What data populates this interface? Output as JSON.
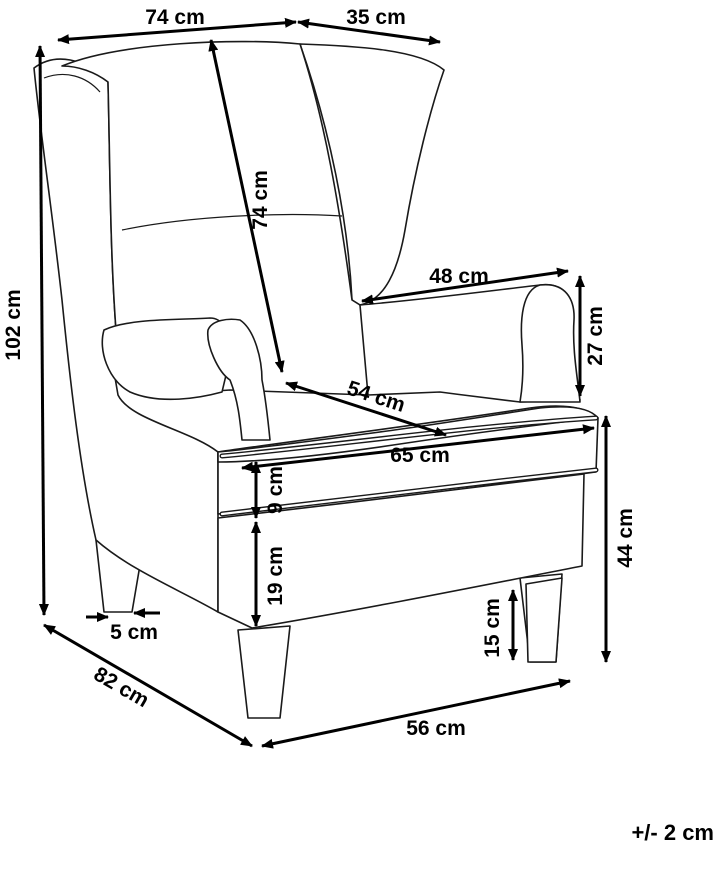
{
  "dimensions": {
    "width_back": "74 cm",
    "wing_depth": "35 cm",
    "backrest_height": "74 cm",
    "total_height": "102 cm",
    "arm_length": "48 cm",
    "arm_height": "27 cm",
    "seat_depth": "54 cm",
    "seat_width": "65 cm",
    "cushion_height": "9 cm",
    "seat_base_height": "19 cm",
    "seat_height": "44 cm",
    "leg_height": "15 cm",
    "leg_width": "5 cm",
    "total_depth": "82 cm",
    "base_width": "56 cm"
  },
  "tolerance": "+/- 2 cm"
}
